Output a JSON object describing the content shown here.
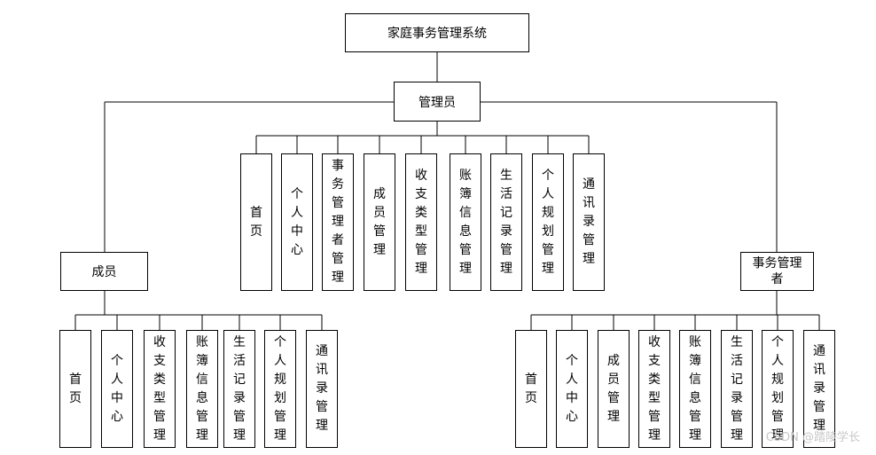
{
  "root": {
    "label": "家庭事务管理系统"
  },
  "admin": {
    "label": "管理员",
    "items": [
      "首页",
      "个人中心",
      "事务管理者管理",
      "成员管理",
      "收支类型管理",
      "账簿信息管理",
      "生活记录管理",
      "个人规划管理",
      "通讯录管理"
    ]
  },
  "member": {
    "label": "成员",
    "items": [
      "首页",
      "个人中心",
      "收支类型管理",
      "账簿信息管理",
      "生活记录管理",
      "个人规划管理",
      "通讯录管理"
    ]
  },
  "manager": {
    "label": "事务管理者",
    "items": [
      "首页",
      "个人中心",
      "成员管理",
      "收支类型管理",
      "账簿信息管理",
      "生活记录管理",
      "个人规划管理",
      "通讯录管理"
    ]
  },
  "watermark": "CSDN @踏陵学长"
}
